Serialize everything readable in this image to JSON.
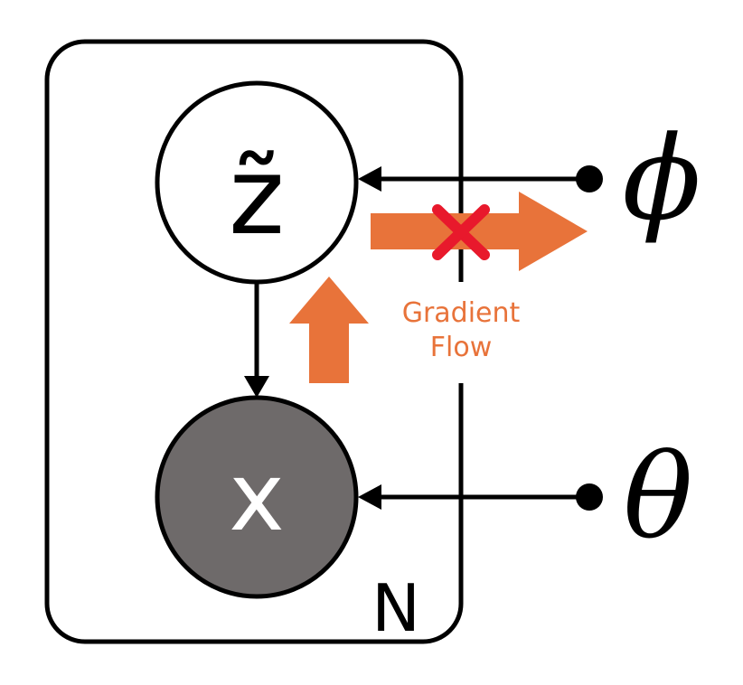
{
  "colors": {
    "stroke": "#000000",
    "observed_fill": "#6e6a6a",
    "observed_text": "#ffffff",
    "gradient": "#e8733a",
    "blocked": "#e8192c"
  },
  "nodes": {
    "latent": {
      "label": "z̃"
    },
    "observed": {
      "label": "x"
    }
  },
  "plate": {
    "label": "N"
  },
  "params": {
    "phi": {
      "label": "ϕ"
    },
    "theta": {
      "label": "θ"
    }
  },
  "gradient_flow": {
    "line1": "Gradient",
    "line2": "Flow",
    "blocked_icon": "cross-mark-icon",
    "arrow_icon": "arrow-icon"
  }
}
